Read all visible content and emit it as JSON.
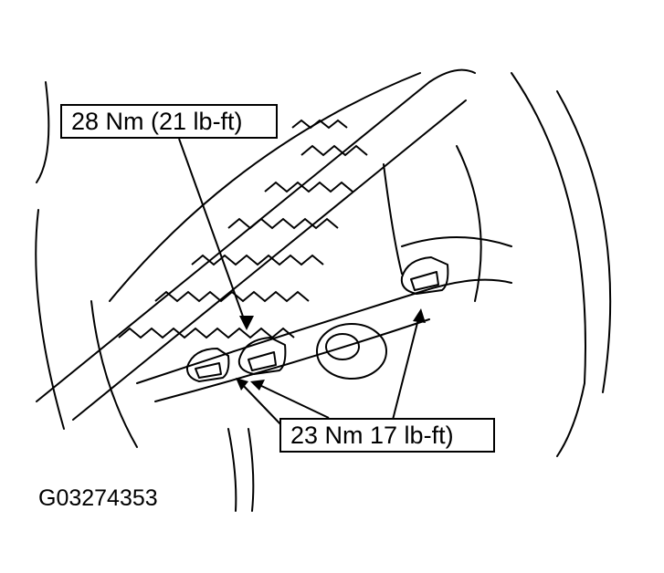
{
  "callouts": {
    "upper_torque": "28 Nm (21 lb-ft)",
    "lower_torque": "23 Nm 17 lb-ft)"
  },
  "figure_id": "G03274353",
  "colors": {
    "line": "#000000",
    "background": "#ffffff"
  }
}
